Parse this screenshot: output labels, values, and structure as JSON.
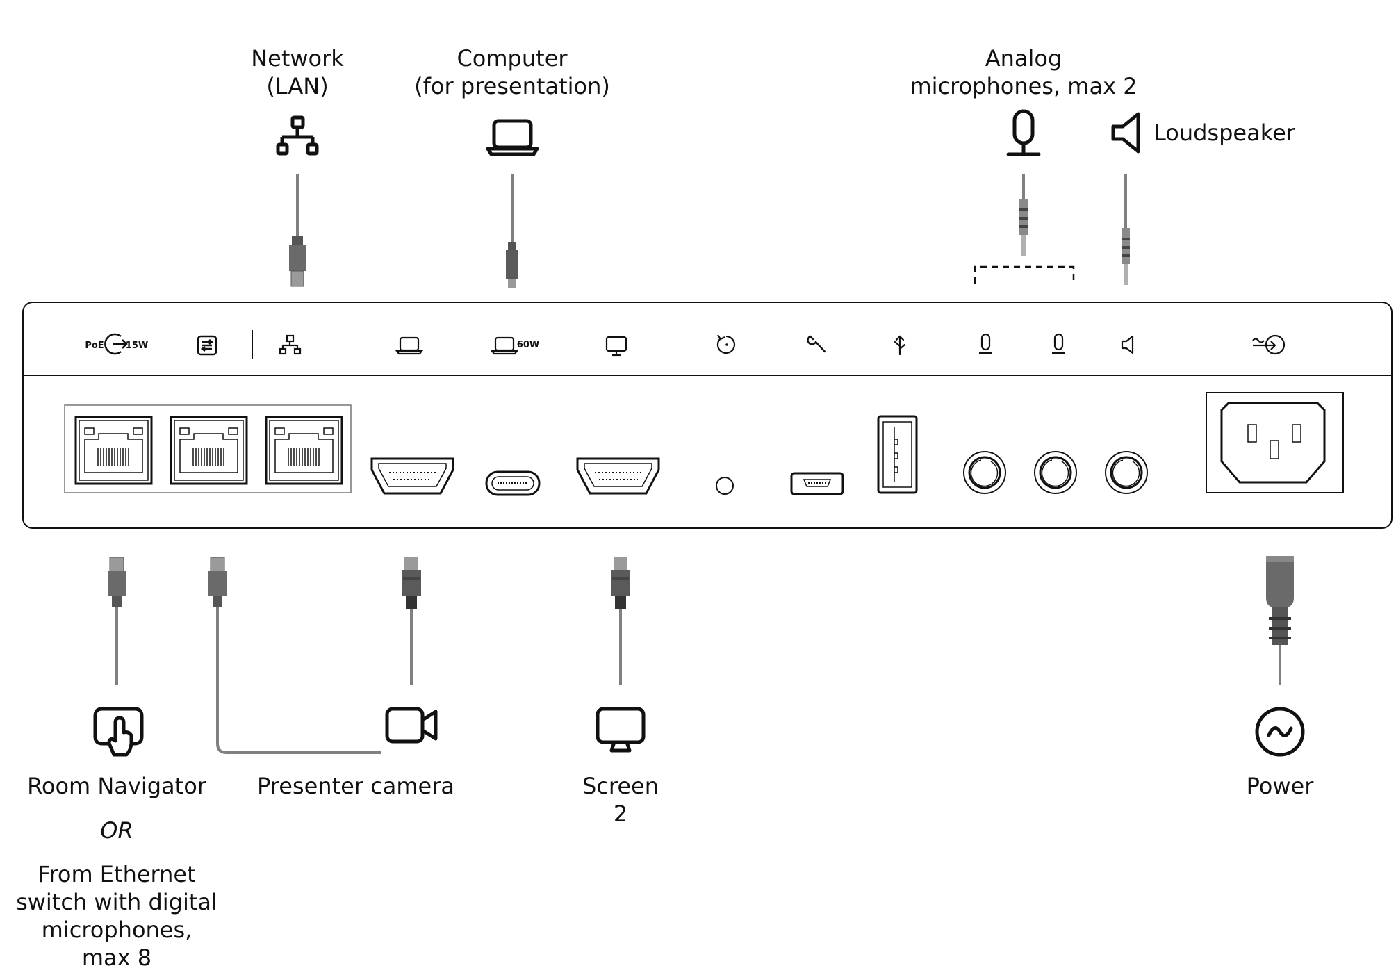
{
  "labels": {
    "network": [
      "Network",
      "(LAN)"
    ],
    "computer": [
      "Computer",
      "(for presentation)"
    ],
    "analog_mics": [
      "Analog",
      "microphones, max 2"
    ],
    "loudspeaker": "Loudspeaker",
    "room_navigator": "Room Navigator",
    "or": "OR",
    "ethernet_switch": [
      "From Ethernet",
      "switch with digital",
      "microphones,",
      "max 8"
    ],
    "presenter_camera": "Presenter camera",
    "screen": [
      "Screen",
      "2"
    ],
    "power": "Power"
  },
  "panel_text": {
    "poe": "PoE",
    "poe_watts": "15W",
    "usbc_watts": "60W"
  },
  "icons": [
    "network-icon",
    "laptop-icon",
    "microphone-icon",
    "loudspeaker-icon",
    "touch-panel-icon",
    "camera-icon",
    "monitor-icon",
    "power-icon",
    "reset-icon",
    "wrench-icon",
    "usb-icon",
    "power-in-icon"
  ],
  "colors": {
    "stroke": "#111111",
    "cable": "#808080",
    "plug_dark": "#555555",
    "plug_mid": "#8a8a8a"
  }
}
